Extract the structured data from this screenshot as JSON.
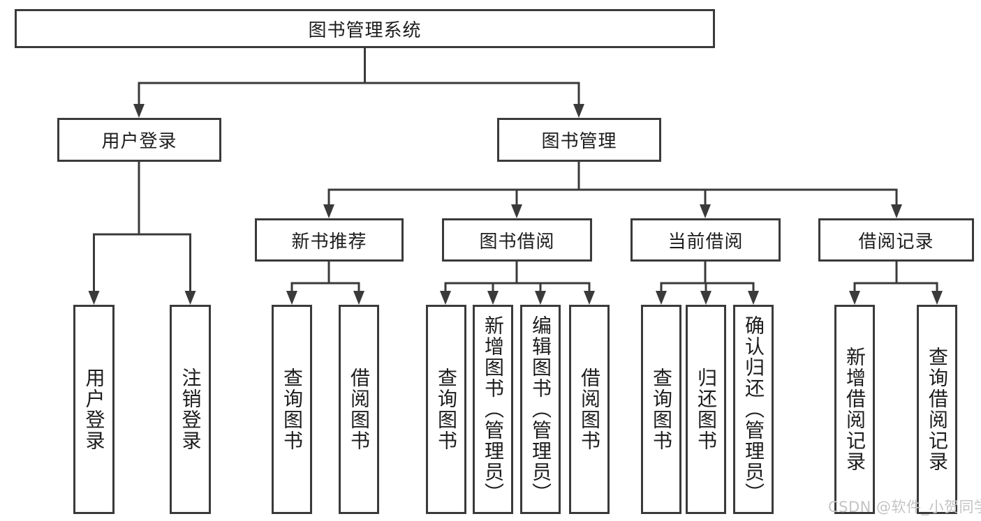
{
  "nodes": {
    "root": "图书管理系统",
    "user_login": "用户登录",
    "book_mgmt": "图书管理",
    "new_book_rec": "新书推荐",
    "book_borrow": "图书借阅",
    "current_borrow": "当前借阅",
    "borrow_record": "借阅记录",
    "leaf_user_login": "用户登录",
    "leaf_logout": "注销登录",
    "leaf_nb_query": "查询图书",
    "leaf_nb_borrow": "借阅图书",
    "leaf_bb_query": "查询图书",
    "leaf_bb_add": "新增图书（管理员）",
    "leaf_bb_edit": "编辑图书（管理员）",
    "leaf_bb_borrow": "借阅图书",
    "leaf_cb_query": "查询图书",
    "leaf_cb_return": "归还图书",
    "leaf_cb_confirm": "确认归还（管理员）",
    "leaf_br_add": "新增借阅记录",
    "leaf_br_query": "查询借阅记录"
  },
  "watermark": "CSDN @软件_小贺同学",
  "colors": {
    "line": "#3a3a3a",
    "text": "#1c1c1c",
    "background": "#ffffff",
    "watermark": "#c4c4c4"
  }
}
